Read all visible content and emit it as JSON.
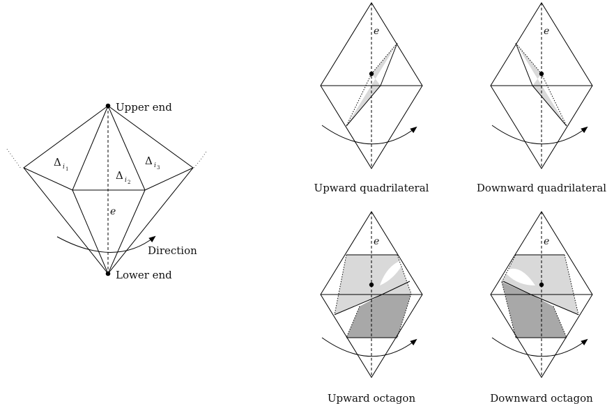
{
  "left": {
    "upper_end": "Upper end",
    "lower_end": "Lower end",
    "direction": "Direction",
    "edge": "e",
    "delta": "Δ",
    "tri1": {
      "i": "i",
      "k": "1"
    },
    "tri2": {
      "i": "i",
      "k": "2"
    },
    "tri3": {
      "i": "i",
      "k": "3"
    }
  },
  "panels": {
    "upward_quadrilateral": {
      "caption": "Upward quadrilateral",
      "edge": "e"
    },
    "downward_quadrilateral": {
      "caption": "Downward quadrilateral",
      "edge": "e"
    },
    "upward_octagon": {
      "caption": "Upward octagon",
      "edge": "e"
    },
    "downward_octagon": {
      "caption": "Downward octagon",
      "edge": "e"
    }
  },
  "colors": {
    "light_shade": "#d9d9d9",
    "dark_shade": "#a8a8a8",
    "lines": "#000000"
  }
}
